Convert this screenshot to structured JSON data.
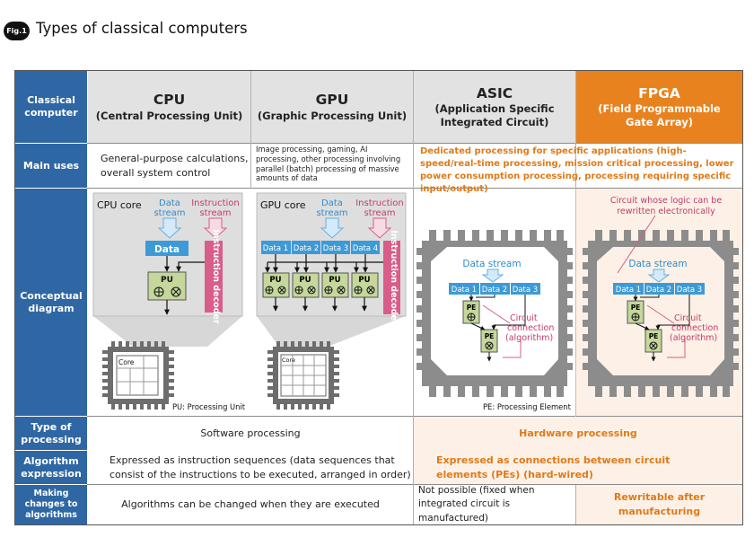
{
  "figure": {
    "badge": "Fig.1",
    "title": "Types of classical computers"
  },
  "colors": {
    "blue_header": "#2f67a4",
    "orange": "#e07a18",
    "orange_bg": "#fdf1e7",
    "gray_bg": "#e2e2e2",
    "pink": "#d85d8a",
    "light_blue": "#6aaedc",
    "pu_green": "#c5d79b"
  },
  "row_labels": {
    "classical_computer": "Classical computer",
    "main_uses": "Main uses",
    "conceptual_diagram": "Conceptual diagram",
    "type_of_processing": "Type of processing",
    "algorithm_expression": "Algorithm expression",
    "making_changes": "Making changes to algorithms"
  },
  "columns": {
    "cpu": {
      "title": "CPU",
      "subtitle": "(Central Processing Unit)"
    },
    "gpu": {
      "title": "GPU",
      "subtitle": "(Graphic Processing Unit)"
    },
    "asic": {
      "title": "ASIC",
      "subtitle": "(Application Specific Integrated Circuit)"
    },
    "fpga": {
      "title": "FPGA",
      "subtitle": "(Field Programmable Gate Array)"
    }
  },
  "main_uses": {
    "cpu": "General-purpose calculations, overall system control",
    "gpu": "Image processing, gaming, AI processing, other processing involving parallel (batch) processing of massive amounts of data",
    "asic_fpga": "Dedicated processing for specific applications (high-speed/real-time processing, mission critical processing, lower power consumption processing, processing requiring specific input/output)"
  },
  "diagram": {
    "cpu_core": "CPU core",
    "gpu_core": "GPU core",
    "data_stream": "Data stream",
    "instruction_stream": "Instruction stream",
    "instruction_decoder": "Instruction decoder",
    "data": "Data",
    "data_items": [
      "Data 1",
      "Data 2",
      "Data 3",
      "Data 4"
    ],
    "asic_data_items": [
      "Data 1",
      "Data 2",
      "Data 3"
    ],
    "pu": "PU",
    "pe": "PE",
    "core": "Core",
    "circuit_connection": "Circuit connection (algorithm)",
    "fpga_note": "Circuit whose logic can be rewritten electronically",
    "pu_note": "PU: Processing Unit",
    "pe_note": "PE: Processing Element"
  },
  "type_of_processing": {
    "software": "Software processing",
    "hardware": "Hardware processing"
  },
  "algorithm_expression": {
    "software": "Expressed as instruction sequences (data sequences that consist of the instructions to be executed, arranged in order)",
    "hardware": "Expressed as connections between circuit elements (PEs) (hard-wired)"
  },
  "making_changes": {
    "cpu_gpu": "Algorithms can be changed when they are executed",
    "asic": "Not possible (fixed when integrated circuit is manufactured)",
    "fpga": "Rewritable after manufacturing"
  }
}
